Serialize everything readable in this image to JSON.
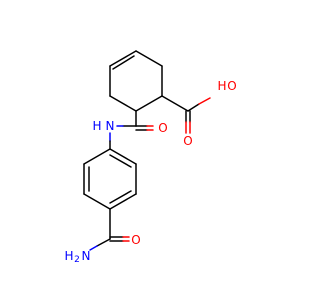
{
  "molecule": {
    "atom_labels": {
      "hydroxyl": "O",
      "hydroxyl_h": "H",
      "carboxyl_oxygen": "O",
      "amide_oxygen": "O",
      "amide_nh": "N",
      "amide_nh_h": "H",
      "terminal_amide_oxygen": "O",
      "terminal_amide_nitrogen": "N",
      "terminal_amide_h2": "H",
      "terminal_amide_h2_sub": "2"
    },
    "colors": {
      "bond": "#000000",
      "oxygen": "#ff0000",
      "nitrogen": "#0000ff",
      "background": "#ffffff"
    }
  }
}
